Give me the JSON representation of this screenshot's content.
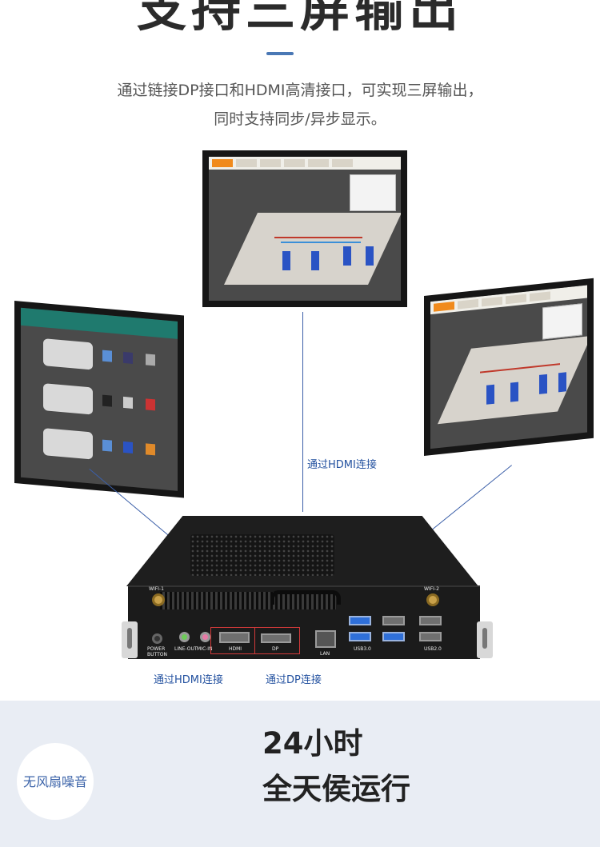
{
  "header": {
    "title": "支持三屏输出",
    "description_line1": "通过链接DP接口和HDMI高清接口，可实现三屏输出，",
    "description_line2": "同时支持同步/异步显示。"
  },
  "captions": {
    "hdmi_center": "通过HDMI连接",
    "hdmi_bottom": "通过HDMI连接",
    "dp_bottom": "通过DP连接"
  },
  "ports": {
    "power_button": "POWER BUTTON",
    "line_out": "LINE-OUT",
    "mic_in": "MIC-IN",
    "hdmi": "HDMI",
    "dp": "DP",
    "lan": "LAN",
    "usb3": "USB3.0",
    "usb2": "USB2.0",
    "wifi1": "WIFI-1",
    "wifi2": "WIFI-2"
  },
  "footer": {
    "badge": "无风扇噪音",
    "headline_line1": "24小时",
    "headline_line2": "全天侯运行"
  },
  "colors": {
    "accent": "#4a78b5",
    "caption": "#2452a0",
    "footer_bg": "#e9edf4",
    "highlight_box": "#d23a3a"
  }
}
